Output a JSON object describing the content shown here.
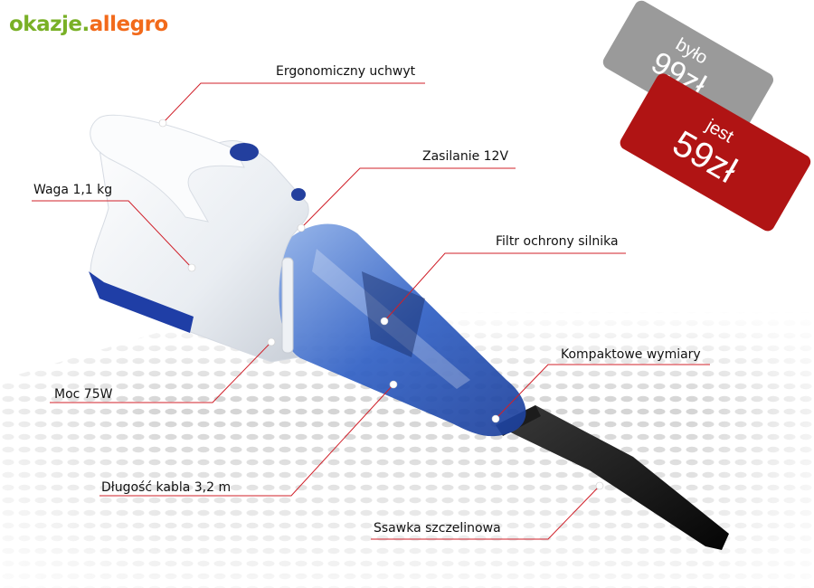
{
  "brand": {
    "part1": "okazje.",
    "part2": "allegro"
  },
  "colors": {
    "brand_green": "#79b026",
    "brand_orange": "#f26a1b",
    "callout_line": "#d0202a",
    "old_price_tag": "#9a9a9a",
    "new_price_tag": "#b01414"
  },
  "price": {
    "old_label": "było",
    "old_value": "99zł",
    "new_label": "jest",
    "new_value": "59zł"
  },
  "features": {
    "handle": "Ergonomiczny uchwyt",
    "power_supply": "Zasilanie 12V",
    "weight": "Waga 1,1 kg",
    "motor_filter": "Filtr ochrony silnika",
    "compact": "Kompaktowe wymiary",
    "power": "Moc 75W",
    "cable": "Długość kabla 3,2 m",
    "nozzle": "Ssawka szczelinowa"
  }
}
